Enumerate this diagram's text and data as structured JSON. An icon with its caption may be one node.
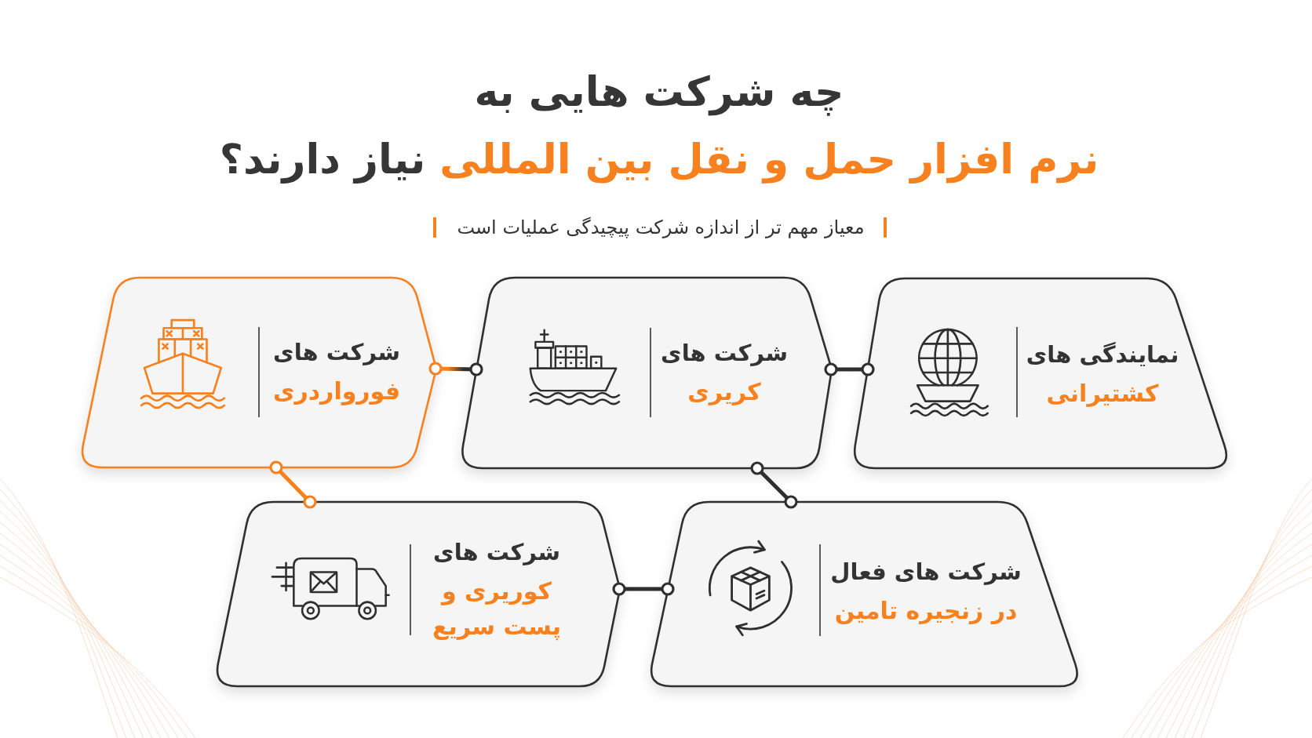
{
  "diagram": {
    "title": "چه شرکت هایی به **نرم افزار حمل و نقل بین المللی** نیاز دارند؟",
    "nodes": [
      {
        "text": [
          "نمایندگی های",
          "کشتیرانی"
        ]
      },
      {
        "text": [
          "شرکت های",
          "کریری"
        ]
      },
      {
        "text": [
          "شرکت های",
          "فورواردری"
        ]
      },
      {
        "text": [
          "شرکت های فعال",
          "در زنجیره تامین"
        ]
      },
      {
        "text": [
          "شرکت های",
          "کوریری و پست سریع"
        ]
      }
    ],
    "edges": [
      {
        "from": 0,
        "to": 1,
        "arrow": "other"
      },
      {
        "from": 1,
        "to": 2,
        "arrow": "other"
      },
      {
        "from": 1,
        "to": 3,
        "arrow": "other"
      },
      {
        "from": 2,
        "to": 4,
        "arrow": "other",
        "color": "#f7811f"
      },
      {
        "from": 3,
        "to": 4,
        "arrow": "other"
      }
    ],
    "labels": [
      "معیاز مهم تر از اندازه شرکت پیچیدگی عملیات است"
    ]
  }
}
